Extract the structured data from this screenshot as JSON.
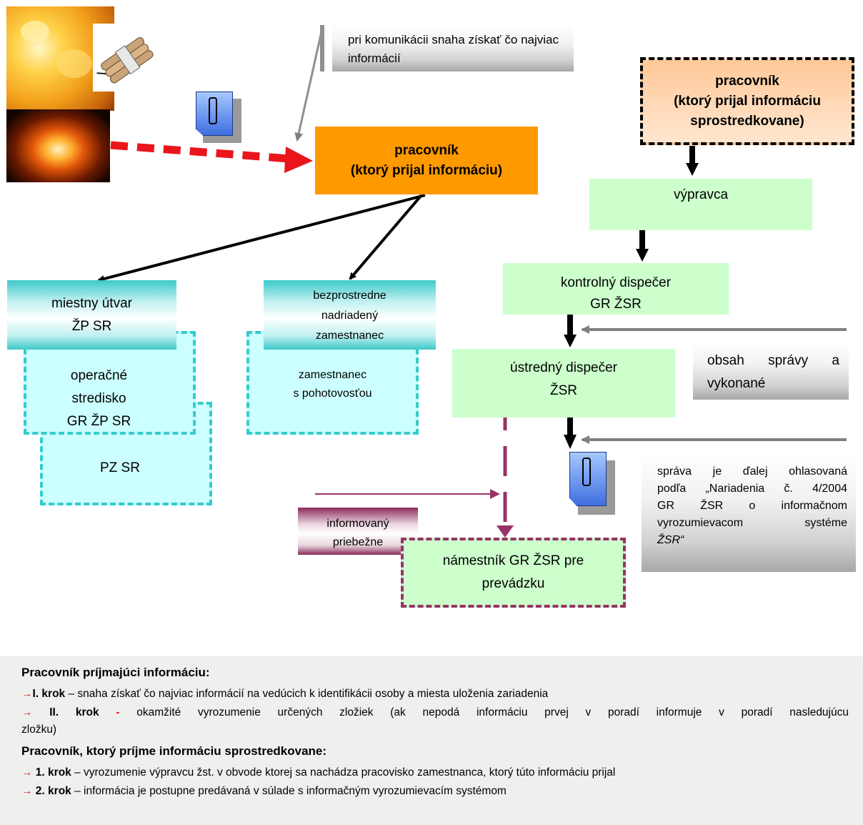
{
  "icons": {
    "explosion_fire": "fire-explosion-image",
    "dynamite": "dynamite-icon",
    "nuclear_blast": "explosion-image",
    "info_document": "info-document-icon"
  },
  "colors": {
    "orange_box": "#ff9900",
    "green_box": "#ccffcc",
    "cyan_box": "#ccffff",
    "cyan_dash": "#33cccc",
    "magenta_dash": "#993366",
    "red_dash": "#e8161b",
    "notes_bg": "#eef0ee"
  },
  "diagram": {
    "note_top": "pri komunikácii snaha získať čo najviac informácií",
    "worker_main": {
      "line1": "pracovník",
      "line2": "(ktorý prijal informáciu)"
    },
    "worker_mediated": {
      "line1": "pracovník",
      "line2": "(ktorý prijal informáciu",
      "line3": "sprostredkovane)"
    },
    "vypravca": "výpravca",
    "kontrolny": {
      "line1": "kontrolný dispečer",
      "line2": "GR ŽSR"
    },
    "ustredny": {
      "line1": "ústredný dispečer",
      "line2": "ŽSR"
    },
    "obsah": {
      "line1": "obsah správy a",
      "line2": "vykonané"
    },
    "sprava_note": {
      "line1": "správa je ďalej ohlasovaná",
      "line2": "podľa „Nariadenia č. 4/2004",
      "line3": "GR ŽSR o informačnom",
      "line4": "vyrozumievacom systéme",
      "line5": "ŽSR“"
    },
    "miestny": {
      "line1": "miestny útvar",
      "line2": "ŽP SR"
    },
    "bezprostredne": {
      "line1": "bezprostredne",
      "line2": "nadriadený",
      "line3": "zamestnanec"
    },
    "operacne": {
      "line1": "operačné",
      "line2": "stredisko",
      "line3": "GR ŽP SR"
    },
    "pz": "PZ SR",
    "zamestnanec": {
      "line1": "zamestnanec",
      "line2": "s pohotovosťou"
    },
    "informovany": {
      "line1": "informovaný",
      "line2": "priebežne"
    },
    "namestnik": {
      "line1": "námestník GR ŽSR pre",
      "line2": "prevádzku"
    }
  },
  "notes": {
    "heading1": "Pracovník príjmajúci informáciu:",
    "step1_arrow": "→",
    "step1_label": "I. krok",
    "step1_text": " – snaha získať čo najviac informácií na vedúcich k identifikácii osoby a miesta uloženia zariadenia",
    "step2_arrow": "→",
    "step2_label": " II. krok",
    "step2_dash": " - ",
    "step2_text": " okamžité vyrozumenie určených zložiek (ak nepodá informáciu prvej v poradí informuje v poradí nasledujúcu",
    "step2_text_cont": "zložku)",
    "heading2": "Pracovník, ktorý príjme informáciu sprostredkovane:",
    "step3_arrow": "→",
    "step3_label": " 1. krok",
    "step3_text": " – vyrozumenie výpravcu žst. v obvode ktorej sa nachádza pracovisko zamestnanca, ktorý túto informáciu prijal",
    "step4_arrow": "→",
    "step4_label": " 2. krok",
    "step4_text": " – informácia je postupne predávaná v súlade s informačným vyrozumievacím systémom"
  }
}
